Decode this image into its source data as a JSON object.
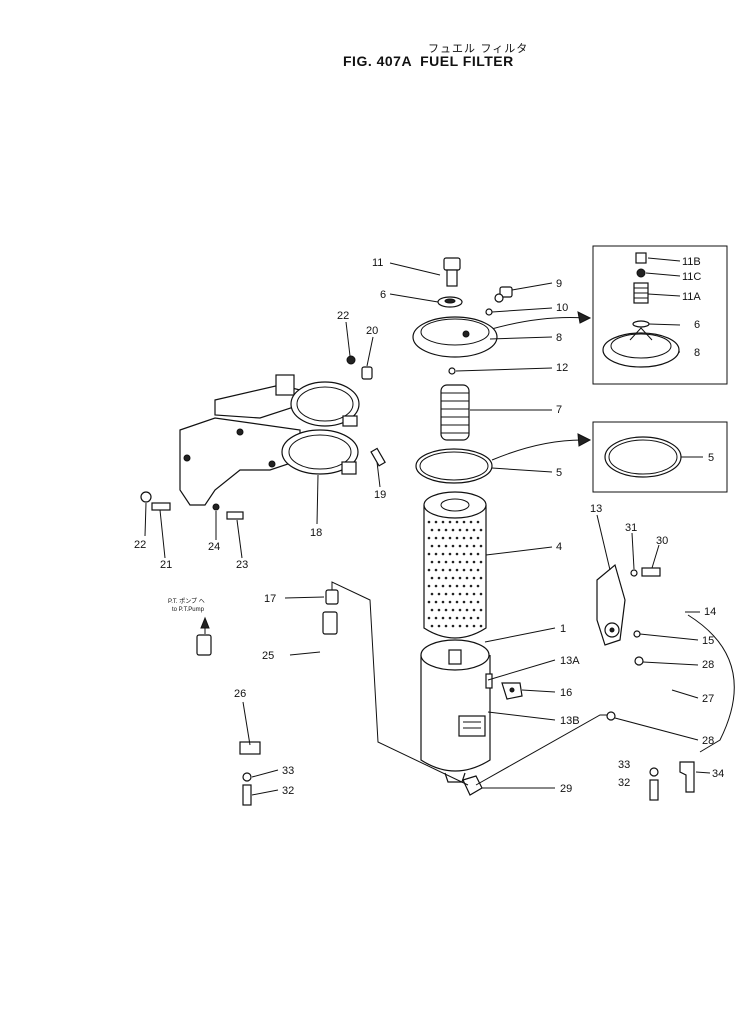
{
  "header": {
    "title_jp": "フュエル フィルタ",
    "fig_label": "FIG. 407A",
    "fig_name": "FUEL FILTER"
  },
  "note": {
    "line1": "P.T. ポンプ へ",
    "line2": "to P.T.Pump"
  },
  "callouts": {
    "c1": "1",
    "c4": "4",
    "c5": "5",
    "c5b": "5",
    "c6": "6",
    "c6b": "6",
    "c7": "7",
    "c8": "8",
    "c8b": "8",
    "c9": "9",
    "c10": "10",
    "c11": "11",
    "c11A": "11A",
    "c11B": "11B",
    "c11C": "11C",
    "c12": "12",
    "c13": "13",
    "c13A": "13A",
    "c13B": "13B",
    "c14": "14",
    "c15": "15",
    "c16": "16",
    "c17": "17",
    "c18": "18",
    "c19": "19",
    "c20": "20",
    "c21": "21",
    "c22a": "22",
    "c22b": "22",
    "c23": "23",
    "c24": "24",
    "c25": "25",
    "c26": "26",
    "c27": "27",
    "c28a": "28",
    "c28b": "28",
    "c29": "29",
    "c30": "30",
    "c31": "31",
    "c32a": "32",
    "c32b": "32",
    "c33a": "33",
    "c33b": "33",
    "c34": "34"
  }
}
